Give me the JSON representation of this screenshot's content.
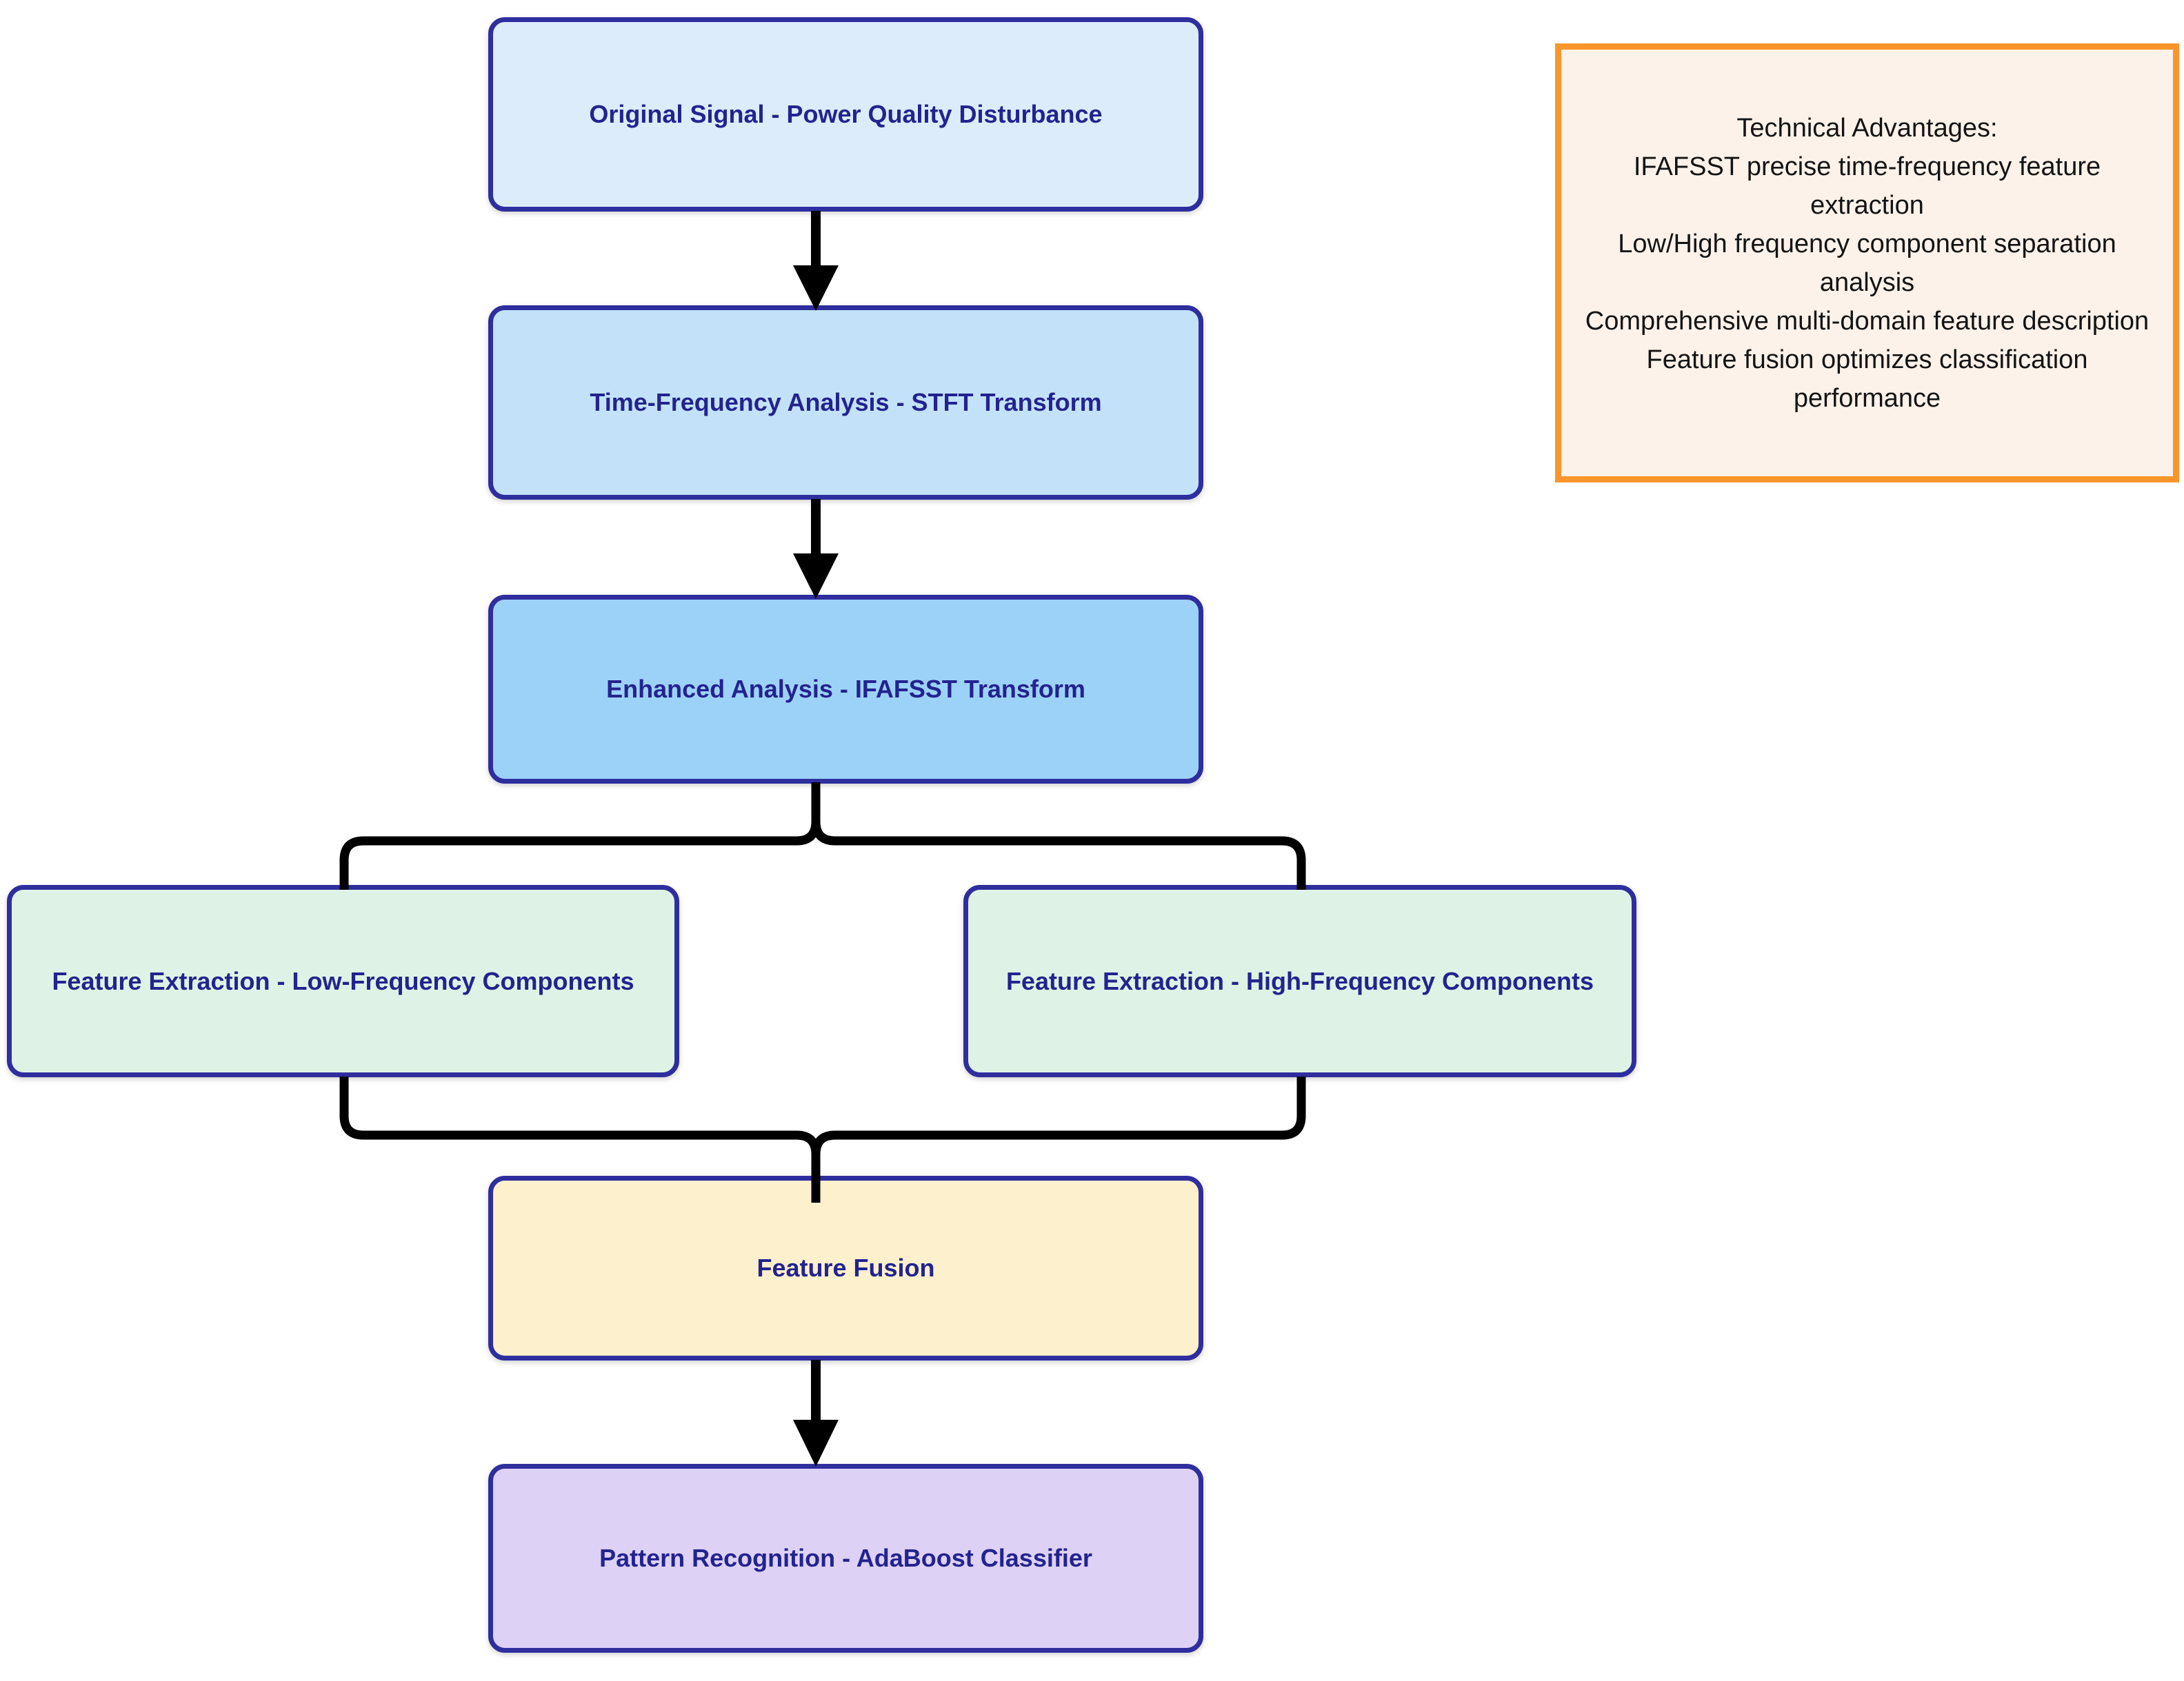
{
  "diagram": {
    "type": "flowchart",
    "direction": "top-down",
    "nodes": [
      {
        "id": "original-signal",
        "label": "Original Signal - Power Quality Disturbance",
        "fill": "#dcecfb"
      },
      {
        "id": "stft",
        "label": "Time-Frequency Analysis - STFT Transform",
        "fill": "#c3e2fa"
      },
      {
        "id": "ifafsst",
        "label": "Enhanced Analysis - IFAFSST Transform",
        "fill": "#9dd2f8"
      },
      {
        "id": "low-freq",
        "label": "Feature Extraction - Low-Frequency Components",
        "fill": "#def3e5"
      },
      {
        "id": "high-freq",
        "label": "Feature Extraction - High-Frequency Components",
        "fill": "#def3e5"
      },
      {
        "id": "fusion",
        "label": "Feature Fusion",
        "fill": "#fdf0cd"
      },
      {
        "id": "adaboost",
        "label": "Pattern Recognition - AdaBoost Classifier",
        "fill": "#ddd1f6"
      }
    ],
    "edges": [
      {
        "from": "original-signal",
        "to": "stft",
        "arrowhead": true
      },
      {
        "from": "stft",
        "to": "ifafsst",
        "arrowhead": true
      },
      {
        "from": "ifafsst",
        "to": "low-freq",
        "arrowhead": false
      },
      {
        "from": "ifafsst",
        "to": "high-freq",
        "arrowhead": false
      },
      {
        "from": "low-freq",
        "to": "fusion",
        "arrowhead": false
      },
      {
        "from": "high-freq",
        "to": "fusion",
        "arrowhead": false
      },
      {
        "from": "fusion",
        "to": "adaboost",
        "arrowhead": true
      }
    ],
    "note": {
      "title": "Technical Advantages:",
      "items": [
        "IFAFSST precise time-frequency feature extraction",
        "Low/High frequency component separation analysis",
        "Comprehensive multi-domain feature description",
        "Feature fusion optimizes classification performance"
      ],
      "fill": "#fdf2e9",
      "border_color": "#f8962b",
      "text_color": "#141414"
    },
    "colors": {
      "node_border": "#2e2e9e",
      "node_text": "#23238f",
      "connector": "#000000",
      "background": "#ffffff"
    }
  }
}
